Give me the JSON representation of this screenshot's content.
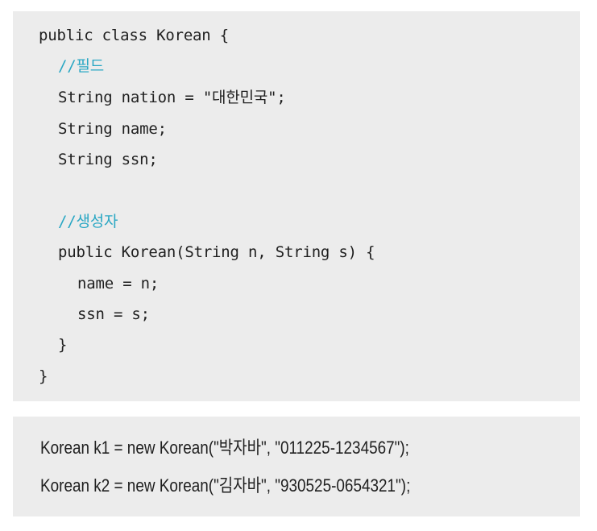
{
  "class_code": {
    "lines": [
      "public class Korean {",
      "//필드",
      "String nation = \"대한민국\";",
      "String name;",
      "String ssn;",
      "//생성자",
      "public Korean(String n, String s) {",
      "name = n;",
      "ssn = s;",
      "}",
      "}"
    ]
  },
  "usage_code": {
    "lines": [
      "Korean k1 = new Korean(\"박자바\", \"011225-1234567\");",
      "Korean k2 = new Korean(\"김자바\", \"930525-0654321\");"
    ]
  },
  "colors": {
    "background": "#ffffff",
    "code_box": "#ececec",
    "text": "#1f1f1f",
    "comment": "#2aa7c4"
  }
}
